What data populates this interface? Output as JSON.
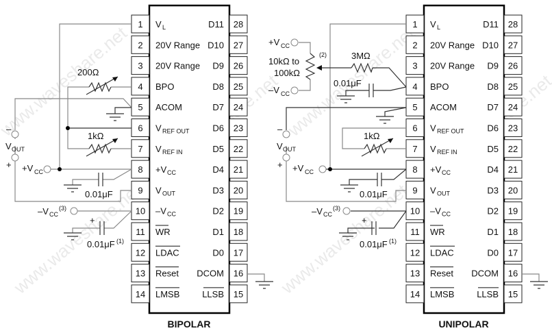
{
  "watermark": "www.waveshare.net",
  "diagrams": [
    {
      "id": "bipolar",
      "title": "BIPOLAR",
      "left_pins": [
        {
          "num": "1",
          "label": "V",
          "sub": "L",
          "overline": false
        },
        {
          "num": "2",
          "label": "20V Range",
          "sub": "",
          "overline": false
        },
        {
          "num": "3",
          "label": "20V Range",
          "sub": "",
          "overline": false
        },
        {
          "num": "4",
          "label": "BPO",
          "sub": "",
          "overline": false
        },
        {
          "num": "5",
          "label": "ACOM",
          "sub": "",
          "overline": false
        },
        {
          "num": "6",
          "label": "V",
          "sub": "REF OUT",
          "overline": false
        },
        {
          "num": "7",
          "label": "V",
          "sub": "REF IN",
          "overline": false
        },
        {
          "num": "8",
          "label": "+V",
          "sub": "CC",
          "overline": false
        },
        {
          "num": "9",
          "label": "V",
          "sub": "OUT",
          "overline": false
        },
        {
          "num": "10",
          "label": "–V",
          "sub": "CC",
          "overline": false
        },
        {
          "num": "11",
          "label": "WR",
          "sub": "",
          "overline": true
        },
        {
          "num": "12",
          "label": "LDAC",
          "sub": "",
          "overline": true
        },
        {
          "num": "13",
          "label": "Reset",
          "sub": "",
          "overline": true
        },
        {
          "num": "14",
          "label": "LMSB",
          "sub": "",
          "overline": true
        }
      ],
      "right_pins": [
        {
          "num": "28",
          "label": "D11",
          "overline": false
        },
        {
          "num": "27",
          "label": "D10",
          "overline": false
        },
        {
          "num": "26",
          "label": "D9",
          "overline": false
        },
        {
          "num": "25",
          "label": "D8",
          "overline": false
        },
        {
          "num": "24",
          "label": "D7",
          "overline": false
        },
        {
          "num": "23",
          "label": "D6",
          "overline": false
        },
        {
          "num": "22",
          "label": "D5",
          "overline": false
        },
        {
          "num": "21",
          "label": "D4",
          "overline": false
        },
        {
          "num": "20",
          "label": "D3",
          "overline": false
        },
        {
          "num": "19",
          "label": "D2",
          "overline": false
        },
        {
          "num": "18",
          "label": "D1",
          "overline": false
        },
        {
          "num": "17",
          "label": "D0",
          "overline": false
        },
        {
          "num": "16",
          "label": "DCOM",
          "overline": false
        },
        {
          "num": "15",
          "label": "LLSB",
          "overline": true
        }
      ],
      "components": {
        "r_bpo": "200Ω",
        "r_ref": "1kΩ",
        "c_vcc": "0.01μF",
        "c_neg": "0.01μF",
        "c_neg_note": "(1)",
        "vout": "V",
        "vout_sub": "OUT",
        "vout_minus": "–",
        "vout_plus": "+",
        "vcc_pos": "+V",
        "vcc_pos_sub": "CC",
        "vcc_neg": "–V",
        "vcc_neg_sub": "CC",
        "vcc_neg_note": "(3)",
        "cap_plus": "+"
      }
    },
    {
      "id": "unipolar",
      "title": "UNIPOLAR",
      "components": {
        "pot": "10kΩ to",
        "pot2": "100kΩ",
        "pot_note": "(2)",
        "r_bpo": "3MΩ",
        "c_bpo": "0.01μF",
        "r_ref": "1kΩ",
        "c_vcc": "0.01μF",
        "c_neg": "0.01μF",
        "c_neg_note": "(1)",
        "vout": "V",
        "vout_sub": "OUT",
        "vout_minus": "–",
        "vout_plus": "+",
        "vcc_pos": "+V",
        "vcc_pos_sub": "CC",
        "vcc_neg": "–V",
        "vcc_neg_sub": "CC",
        "vcc_neg_note": "(3)",
        "cap_plus": "+"
      }
    }
  ]
}
